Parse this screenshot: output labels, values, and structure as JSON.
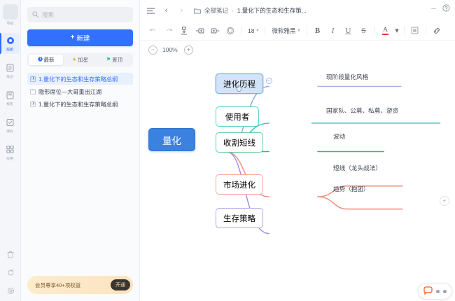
{
  "rail": {
    "top_label": "导航",
    "items": [
      {
        "id": "mindmap",
        "icon": "target-icon",
        "glyph": "◉",
        "label": "脑图",
        "active": true
      },
      {
        "id": "notes",
        "icon": "document-icon",
        "glyph": "▤",
        "label": "笔记",
        "active": false
      },
      {
        "id": "tags",
        "icon": "bookmark-icon",
        "glyph": "▯",
        "label": "标签",
        "active": false
      },
      {
        "id": "todo",
        "icon": "checkbox-icon",
        "glyph": "☑",
        "label": "待办",
        "active": false
      },
      {
        "id": "apps",
        "icon": "grid-icon",
        "glyph": "☷",
        "label": "应用",
        "active": false
      }
    ],
    "bottom_items": [
      {
        "id": "trash",
        "icon": "trash-icon",
        "glyph": "Ὕ1"
      },
      {
        "id": "sync",
        "icon": "sync-icon",
        "glyph": "⟳"
      },
      {
        "id": "settings",
        "icon": "gear-icon",
        "glyph": "⚙"
      }
    ]
  },
  "sidebar": {
    "search": {
      "placeholder": "搜索",
      "value": "",
      "icon": "search-icon"
    },
    "new_button": {
      "label": "新建",
      "icon": "plus-icon"
    },
    "filters": [
      {
        "id": "latest",
        "label": "最新",
        "icon": "clock-icon",
        "glyph": "●",
        "active": true
      },
      {
        "id": "starred",
        "label": "加星",
        "icon": "star-icon",
        "glyph": "★",
        "active": false
      },
      {
        "id": "pinned",
        "label": "置顶",
        "icon": "pin-icon",
        "glyph": "⚑",
        "active": false
      }
    ],
    "notes": [
      {
        "title": "1.量化下的生态和生存策略总纲",
        "icon": "mindmap-file-icon",
        "glyph": "⊡",
        "selected": true
      },
      {
        "title": "隐形席位—大哥重出江湖",
        "icon": "note-file-icon",
        "glyph": "□",
        "selected": false
      },
      {
        "title": "1.量化下的生态和生存策略总纲",
        "icon": "mindmap-file-icon",
        "glyph": "⊡",
        "selected": false
      }
    ],
    "vip_banner": {
      "text": "会员尊享40+项权益",
      "button_label": "开通"
    }
  },
  "topbar": {
    "sidebar_toggle_icon": "panel-toggle-icon",
    "back_icon": "chevron-left-icon",
    "forward_icon": "chevron-right-icon",
    "folder_icon": "folder-icon",
    "breadcrumb": [
      {
        "label": "全部笔记"
      },
      {
        "label": "1.量化下的生态和生存策..."
      }
    ],
    "separator": "›",
    "window_controls": [
      {
        "id": "minimize",
        "icon": "minimize-icon",
        "glyph": "–"
      },
      {
        "id": "help",
        "icon": "help-circle-icon",
        "glyph": "ⓘ"
      }
    ]
  },
  "toolbar": {
    "undo": {
      "icon": "undo-icon",
      "glyph": "↶",
      "label": "撤销",
      "disabled": true
    },
    "redo": {
      "icon": "redo-icon",
      "glyph": "↷",
      "label": "重做",
      "disabled": true
    },
    "insert_child": {
      "icon": "insert-child-icon",
      "glyph": "↧",
      "label": "插入子主题"
    },
    "insert_left": {
      "icon": "insert-left-icon",
      "glyph": "⇤",
      "label": "上方插入"
    },
    "insert_right": {
      "icon": "insert-right-icon",
      "glyph": "⇥",
      "label": "下方插入"
    },
    "shield": {
      "icon": "shield-icon",
      "glyph": "◎",
      "label": "样式"
    },
    "font_size": {
      "value": "18",
      "caret": "▾"
    },
    "font_family": {
      "value": "微软雅黑",
      "caret": "▾"
    },
    "bold": {
      "icon": "bold-icon",
      "label": "B"
    },
    "italic": {
      "icon": "italic-icon",
      "label": "I"
    },
    "underline": {
      "icon": "underline-icon",
      "label": "U"
    },
    "strike": {
      "icon": "strikethrough-icon",
      "label": "S"
    },
    "text_color": {
      "icon": "text-color-icon",
      "label": "A",
      "color": "#e8392f",
      "caret": "▾"
    },
    "highlight": {
      "icon": "highlight-icon",
      "glyph": "▣"
    },
    "link": {
      "icon": "link-icon",
      "glyph": "ὑ7"
    }
  },
  "zoombar": {
    "zoom_out": {
      "icon": "zoom-out-icon",
      "glyph": "−"
    },
    "zoom_in": {
      "icon": "zoom-in-icon",
      "glyph": "+"
    },
    "level": "100%"
  },
  "mindmap": {
    "root": {
      "text": "量化",
      "color": "#3b82e0"
    },
    "branches": [
      {
        "id": "b1",
        "text": "进化历程",
        "color": "#7fb0e8",
        "selected": true,
        "has_collapse": true,
        "collapse_glyph": "−",
        "children": [
          {
            "text": "现阶段量化风格",
            "color": "#8aa8d8"
          }
        ]
      },
      {
        "id": "b2",
        "text": "使用者",
        "color": "#2ec4c4",
        "selected": false,
        "children": [
          {
            "text": "国家队、公募、私募、游资",
            "color": "#2ec4c4"
          }
        ]
      },
      {
        "id": "b3",
        "text": "收割短线",
        "color": "#2fbd7e",
        "selected": false,
        "children": [
          {
            "text": "波动",
            "color": "#2fbd7e"
          }
        ]
      },
      {
        "id": "b4",
        "text": "市场进化",
        "color": "#f08a7a",
        "selected": false,
        "children": [
          {
            "text": "短线（龙头战法）",
            "color": "#f08a7a"
          },
          {
            "text": "趋势（抱团）",
            "color": "#f08a7a"
          }
        ]
      },
      {
        "id": "b5",
        "text": "生存策略",
        "color": "#9b8ee0",
        "selected": false,
        "children": []
      }
    ],
    "side_button": {
      "icon": "plus-circle-icon",
      "glyph": "+"
    }
  },
  "float_widget": {
    "icon": "chat-bubble-icon",
    "glyph": "💬"
  }
}
